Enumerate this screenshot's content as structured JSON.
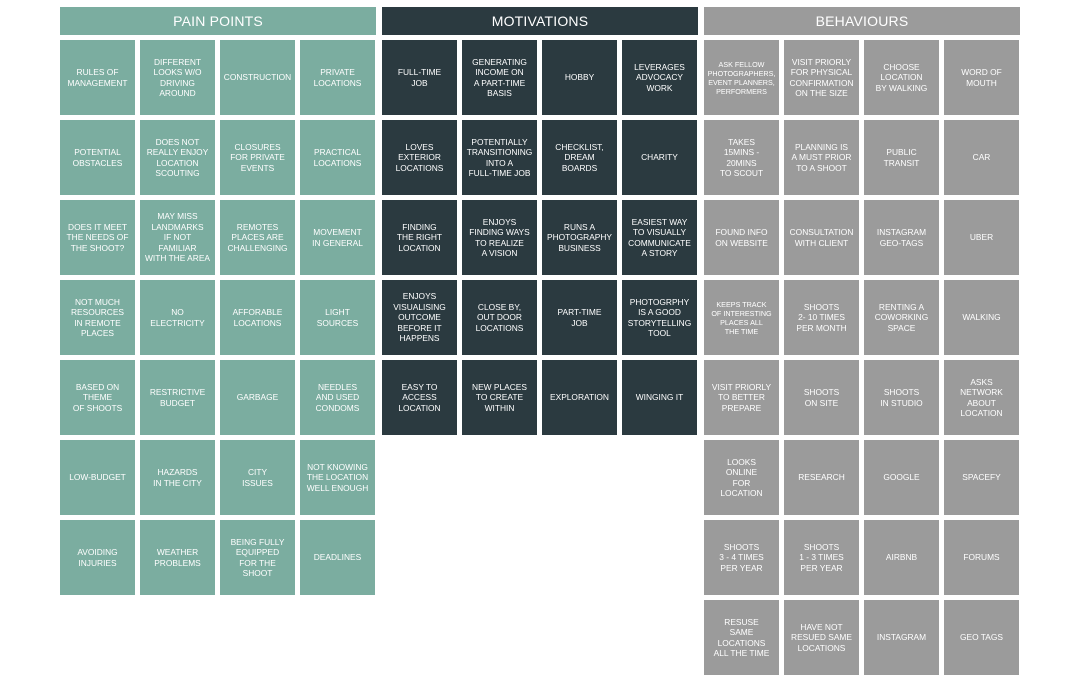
{
  "colors": {
    "pain_points": "#7bada0",
    "motivations": "#2b3a40",
    "behaviours": "#9b9b9b"
  },
  "pain_points": {
    "title": "PAIN POINTS",
    "notes": [
      "RULES OF\nMANAGEMENT",
      "DIFFERENT\nLOOKS W/O\nDRIVING\nAROUND",
      "CONSTRUCTION",
      "PRIVATE\nLOCATIONS",
      "POTENTIAL\nOBSTACLES",
      "DOES NOT\nREALLY ENJOY\nLOCATION\nSCOUTING",
      "CLOSURES\nFOR PRIVATE\nEVENTS",
      "PRACTICAL\nLOCATIONS",
      "DOES IT MEET\nTHE NEEDS OF\nTHE SHOOT?",
      "MAY MISS\nLANDMARKS\nIF NOT\nFAMILIAR\nWITH THE AREA",
      "REMOTES\nPLACES ARE\nCHALLENGING",
      "MOVEMENT\nIN GENERAL",
      "NOT MUCH\nRESOURCES\nIN REMOTE\nPLACES",
      "NO\nELECTRICITY",
      "AFFORABLE\nLOCATIONS",
      "LIGHT\nSOURCES",
      "BASED ON\nTHEME\nOF SHOOTS",
      "RESTRICTIVE\nBUDGET",
      "GARBAGE",
      "NEEDLES\nAND USED\nCONDOMS",
      "LOW-BUDGET",
      "HAZARDS\nIN THE CITY",
      "CITY\nISSUES",
      "NOT KNOWING\nTHE LOCATION\nWELL ENOUGH",
      "AVOIDING\nINJURIES",
      "WEATHER\nPROBLEMS",
      "BEING FULLY\nEQUIPPED\nFOR THE SHOOT",
      "DEADLINES"
    ]
  },
  "motivations": {
    "title": "MOTIVATIONS",
    "notes": [
      "FULL-TIME\nJOB",
      "GENERATING\nINCOME ON\nA PART-TIME\nBASIS",
      "HOBBY",
      "LEVERAGES\nADVOCACY\nWORK",
      "LOVES\nEXTERIOR\nLOCATIONS",
      "POTENTIALLY\nTRANSITIONING\nINTO A\nFULL-TIME JOB",
      "CHECKLIST,\nDREAM\nBOARDS",
      "CHARITY",
      "FINDING\nTHE RIGHT\nLOCATION",
      "ENJOYS\nFINDING WAYS\nTO REALIZE\nA VISION",
      "RUNS A\nPHOTOGRAPHY\nBUSINESS",
      "EASIEST WAY\nTO VISUALLY\nCOMMUNICATE\nA STORY",
      "ENJOYS\nVISUALISING\nOUTCOME\nBEFORE IT\nHAPPENS",
      "CLOSE BY,\nOUT DOOR\nLOCATIONS",
      "PART-TIME\nJOB",
      "PHOTOGRPHY\nIS A GOOD\nSTORYTELLING\nTOOL",
      "EASY TO\nACCESS\nLOCATION",
      "NEW PLACES\nTO CREATE\nWITHIN",
      "EXPLORATION",
      "WINGING IT"
    ]
  },
  "behaviours": {
    "title": "BEHAVIOURS",
    "notes": [
      "ASK FELLOW\nPHOTOGRAPHERS,\nEVENT PLANNERS,\nPERFORMERS",
      "VISIT PRIORLY\nFOR PHYSICAL\nCONFIRMATION\nON THE SIZE",
      "CHOOSE\nLOCATION\nBY WALKING",
      "WORD OF\nMOUTH",
      "TAKES\n15MINS -\n20MINS\nTO SCOUT",
      "PLANNING IS\nA MUST PRIOR\nTO A SHOOT",
      "PUBLIC\nTRANSIT",
      "CAR",
      "FOUND INFO\nON WEBSITE",
      "CONSULTATION\nWITH CLIENT",
      "INSTAGRAM\nGEO-TAGS",
      "UBER",
      "KEEPS TRACK\nOF INTERESTING\nPLACES ALL\nTHE TIME",
      "SHOOTS\n2- 10 TIMES\nPER MONTH",
      "RENTING A\nCOWORKING\nSPACE",
      "WALKING",
      "VISIT PRIORLY\nTO BETTER\nPREPARE",
      "SHOOTS\nON SITE",
      "SHOOTS\nIN STUDIO",
      "ASKS\nNETWORK\nABOUT\nLOCATION",
      "LOOKS\nONLINE\nFOR\nLOCATION",
      "RESEARCH",
      "GOOGLE",
      "SPACEFY",
      "SHOOTS\n3 - 4 TIMES\nPER YEAR",
      "SHOOTS\n1 - 3 TIMES\nPER YEAR",
      "AIRBNB",
      "FORUMS",
      "RESUSE\nSAME\nLOCATIONS\nALL THE TIME",
      "HAVE NOT\nRESUED SAME\nLOCATIONS",
      "INSTAGRAM",
      "GEO TAGS"
    ]
  }
}
